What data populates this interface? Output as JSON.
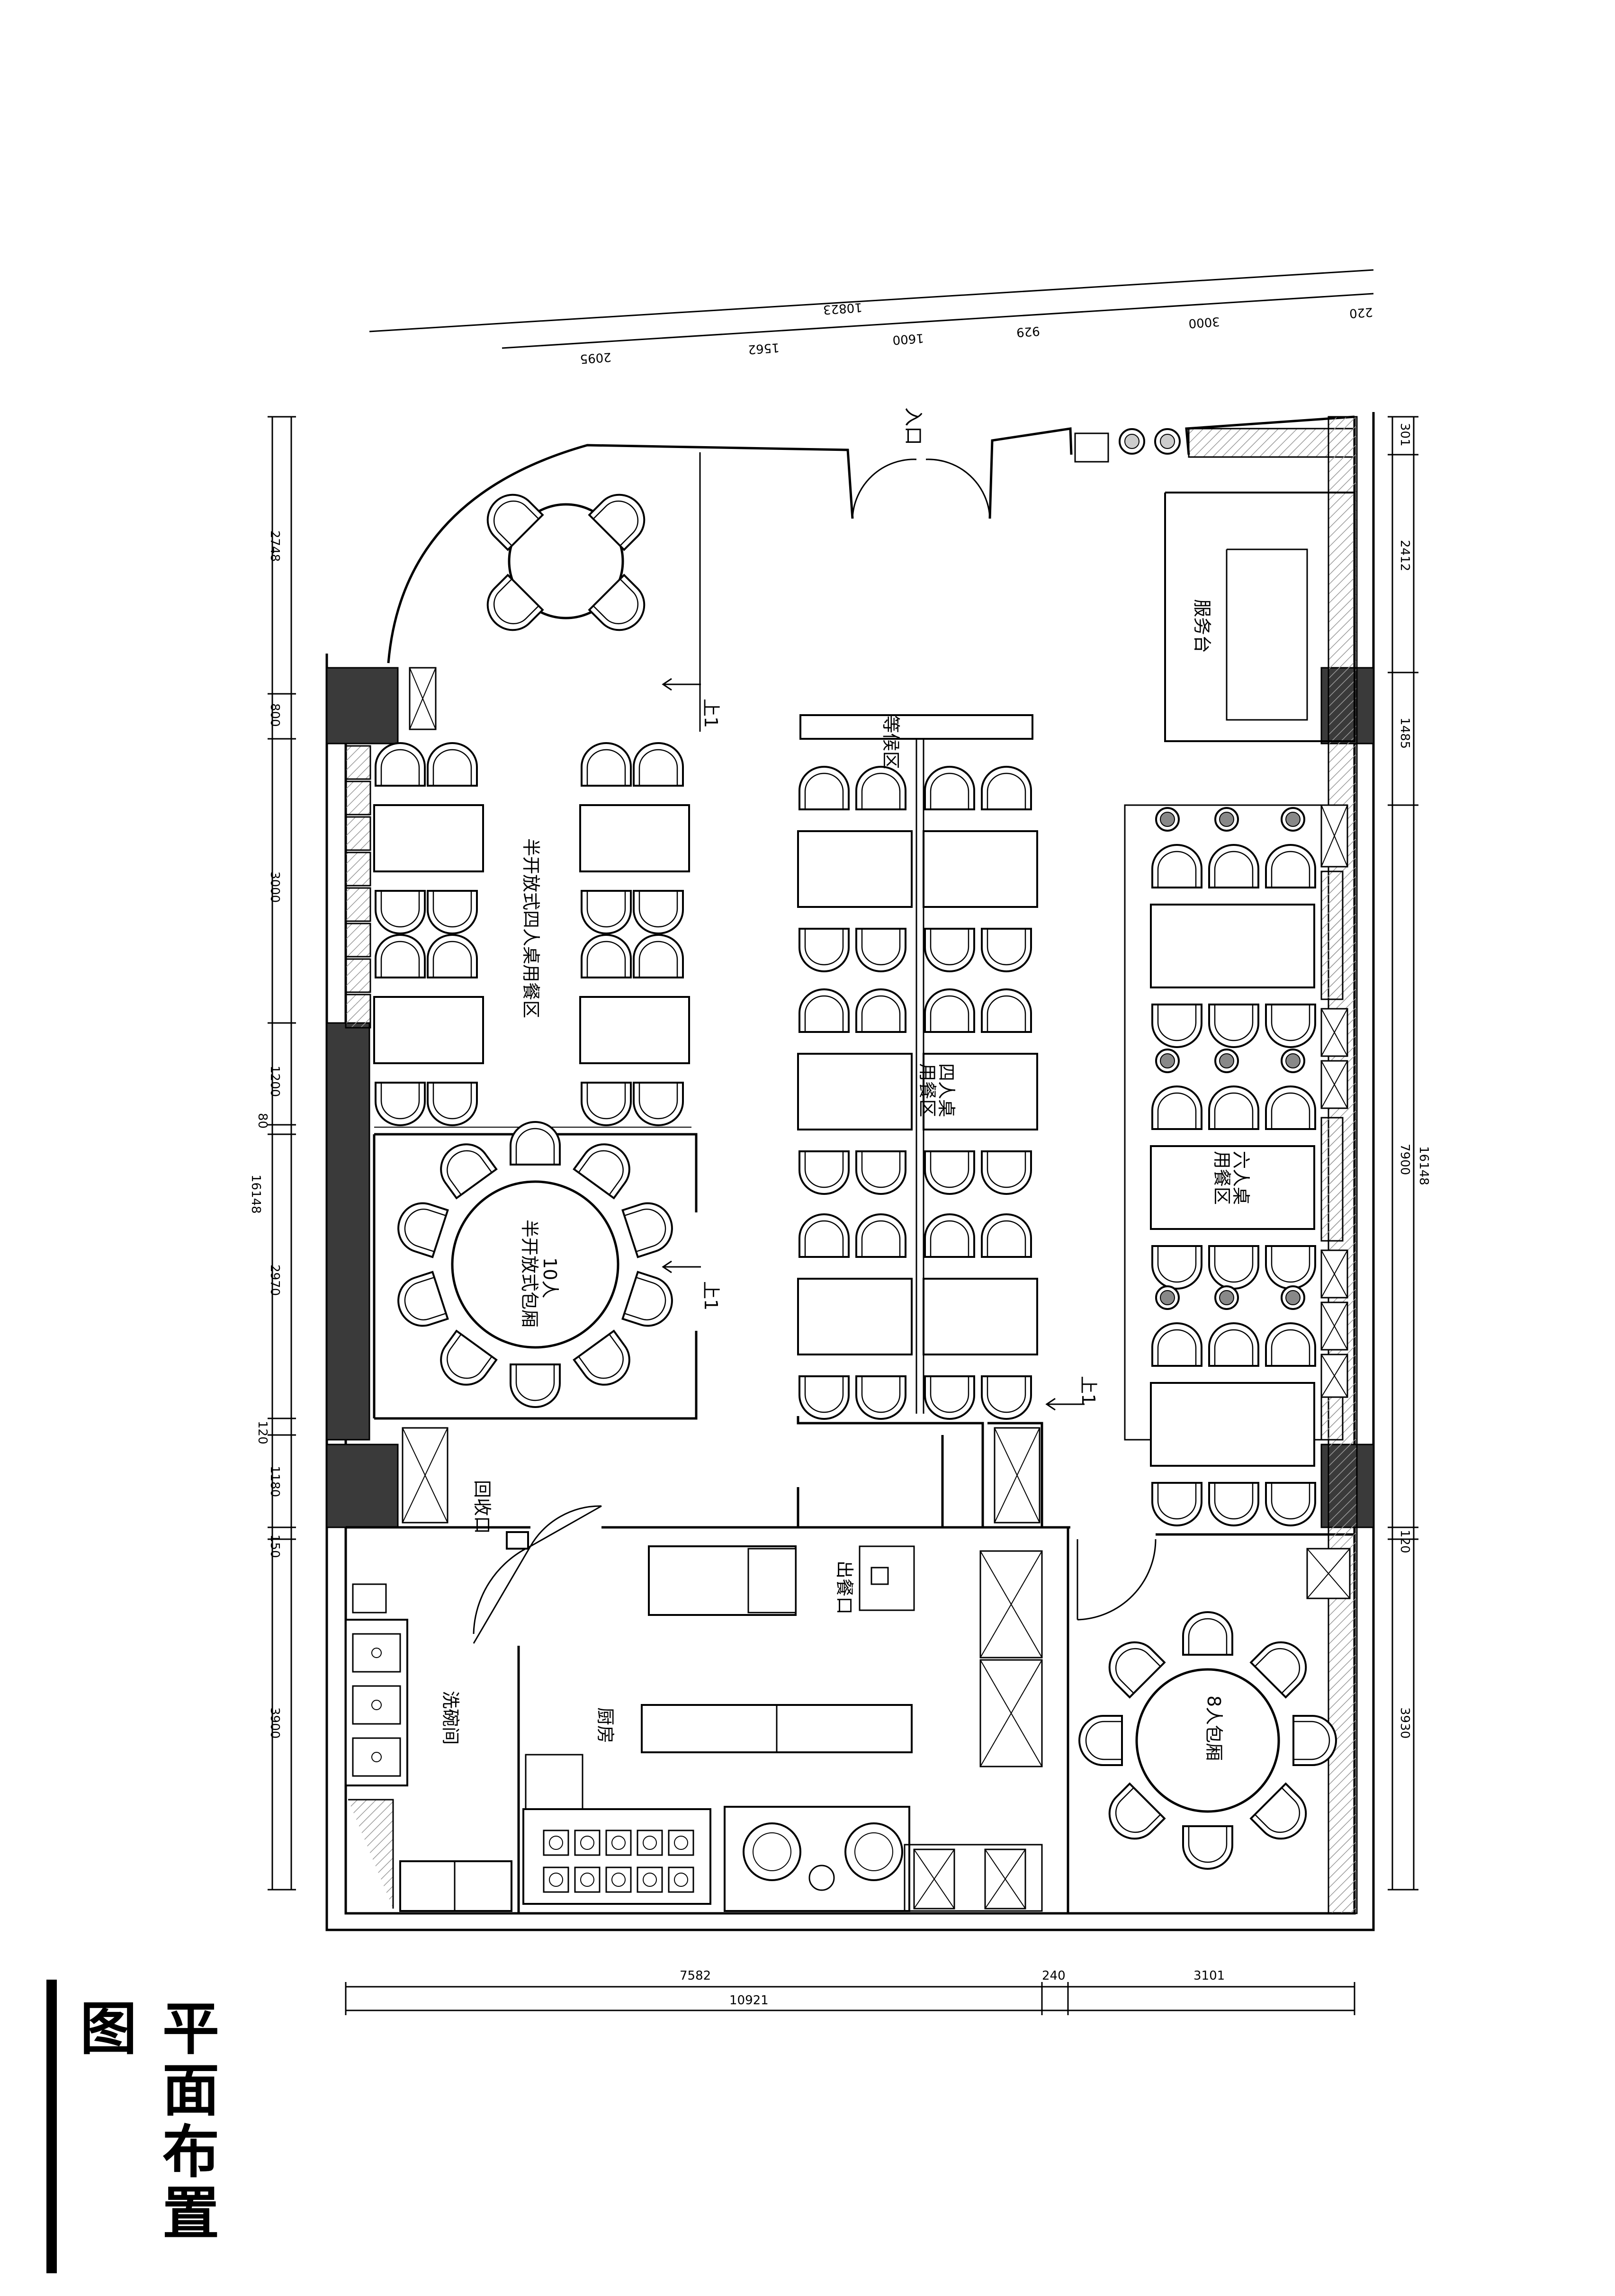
{
  "title": "平面布置图",
  "rooms": {
    "entrance": "入口",
    "service_desk": "服务台",
    "waiting_area": "等候区",
    "half_open_four_dining": "半开放式四人桌用餐区",
    "four_person_dining": "四人桌用餐区",
    "six_person_dining": "六人桌用餐区",
    "ten_person_room": "10人半开放式包厢",
    "eight_person_room": "8人包厢",
    "kitchen": "厨房",
    "dishwashing_room": "洗碗间",
    "return_window": "回收口",
    "serving_window": "出餐口"
  },
  "steps": {
    "up1": "上1"
  },
  "dims": {
    "top_total": "10823",
    "top_row1": [
      "3000",
      "929",
      "1600",
      "1562",
      "2095"
    ],
    "top_edge": "220",
    "left_total": "16148",
    "left": [
      "2748",
      "800",
      "3000",
      "1200",
      "80",
      "2970",
      "120",
      "1180",
      "150",
      "3900"
    ],
    "right_total": "16148",
    "right": [
      "301",
      "2412",
      "1485",
      "7900",
      "120",
      "3930"
    ],
    "bottom_row1": [
      "7582",
      "240",
      "3101"
    ],
    "bottom_total": "10921"
  },
  "colors": {
    "line": "#000000",
    "wall_fill": "#3a3a3a",
    "hatch": "#bdbdbd"
  }
}
